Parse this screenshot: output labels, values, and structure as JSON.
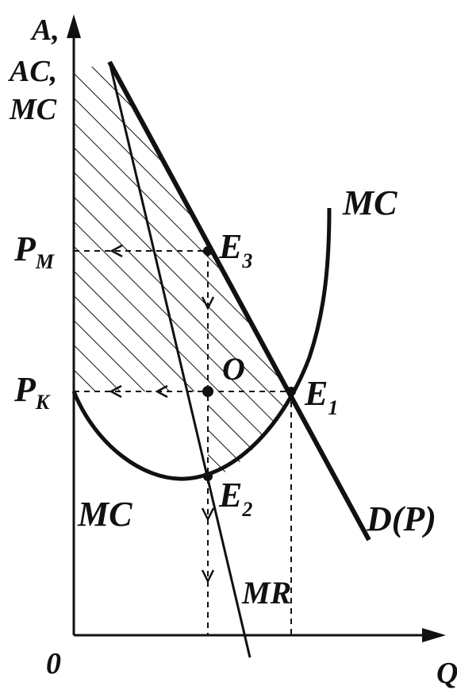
{
  "diagram": {
    "y_axis_label": [
      "A,",
      "AC,",
      "MC"
    ],
    "x_axis_label": "Q",
    "origin_label": "0",
    "price_labels": {
      "pm": {
        "main": "P",
        "sub": "M"
      },
      "pk": {
        "main": "P",
        "sub": "K"
      }
    },
    "point_labels": {
      "e3": {
        "main": "E",
        "sub": "3"
      },
      "e1": {
        "main": "E",
        "sub": "1"
      },
      "e2": {
        "main": "E",
        "sub": "2"
      },
      "o": "O"
    },
    "curve_labels": {
      "mc_top": "MC",
      "mc_left": "MC",
      "demand": "D(P)",
      "mr": "MR"
    }
  }
}
